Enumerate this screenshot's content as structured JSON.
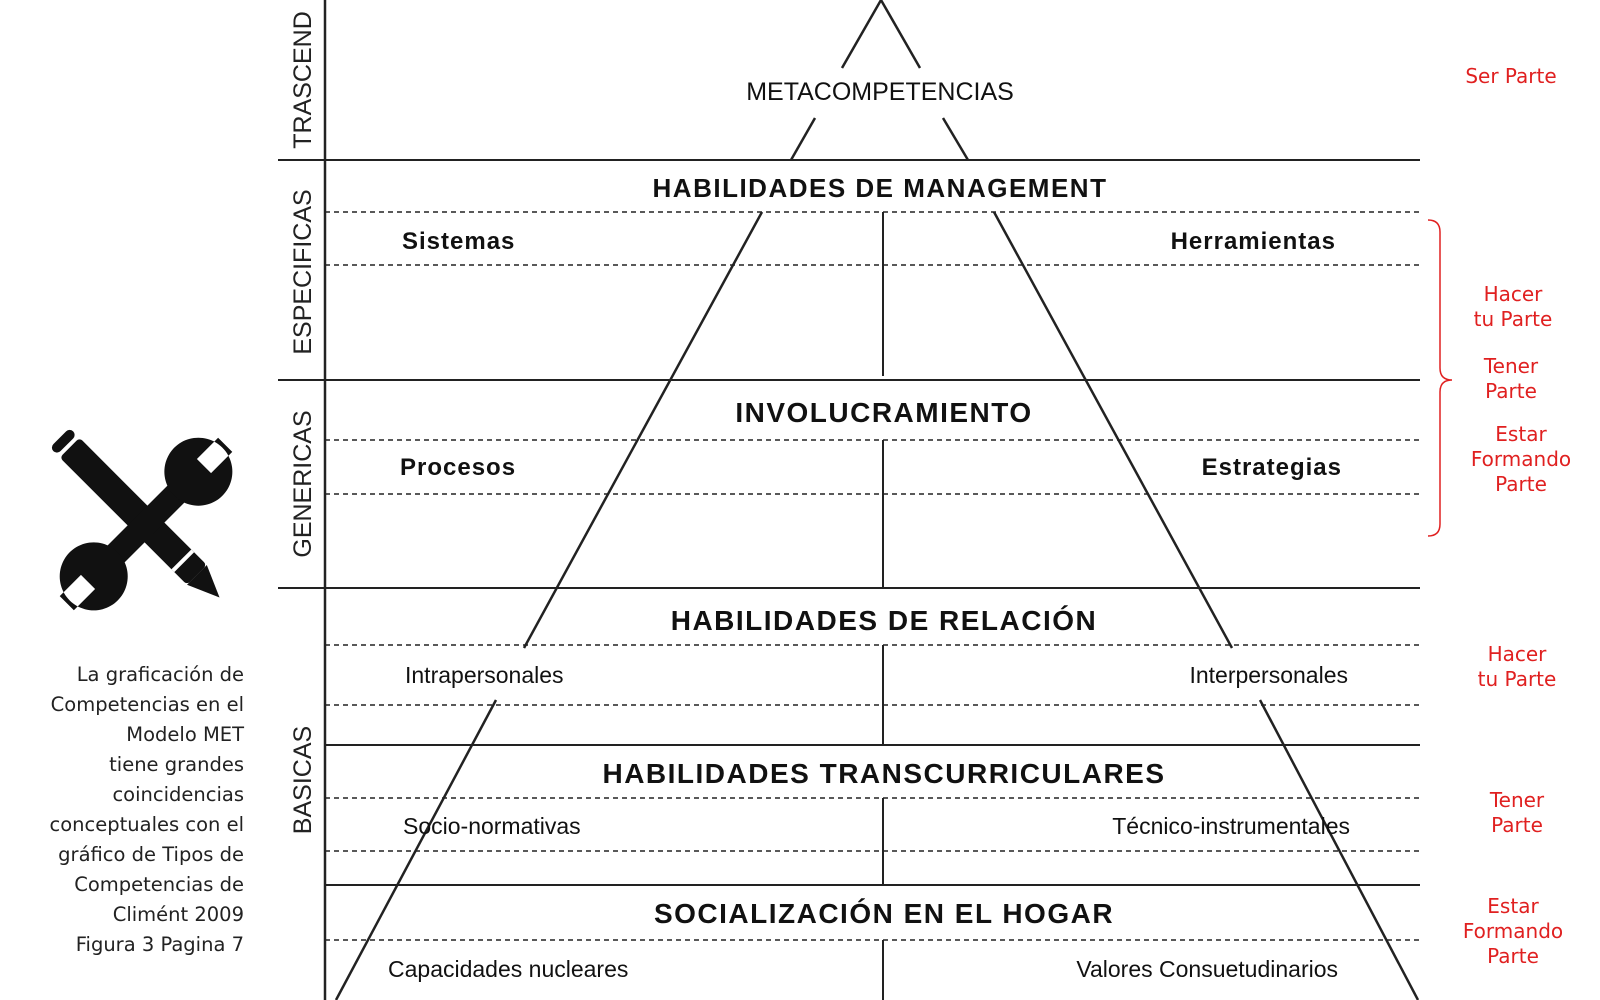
{
  "sections": {
    "trascend": "TRASCEND",
    "especificas": "ESPECIFICAS",
    "genericas": "GENERICAS",
    "basicas": "BASICAS"
  },
  "levels": {
    "metacompetencias": "METACOMPETENCIAS",
    "management": "HABILIDADES DE MANAGEMENT",
    "involucramiento": "INVOLUCRAMIENTO",
    "relacion": "HABILIDADES DE RELACIÓN",
    "transcurriculares": "HABILIDADES TRANSCURRICULARES",
    "hogar": "SOCIALIZACIÓN EN EL HOGAR"
  },
  "sublabels": {
    "sistemas": "Sistemas",
    "herramientas": "Herramientas",
    "procesos": "Procesos",
    "estrategias": "Estrategias",
    "intrapersonales": "Intrapersonales",
    "interpersonales": "Interpersonales",
    "socio_normativas": "Socio-normativas",
    "tecnico_instrumentales": "Técnico-instrumentales",
    "capacidades_nucleares": "Capacidades nucleares",
    "valores_consuetudinarios": "Valores Consuetudinarios"
  },
  "caption_lines": [
    "La graficación de",
    "Competencias en el",
    "Modelo MET",
    "tiene grandes",
    "coincidencias",
    "conceptuales  con el",
    "gráfico de Tipos de",
    "Competencias de",
    "Climént 2009",
    "Figura 3 Pagina  7"
  ],
  "annotations": {
    "ser_parte": "Ser Parte",
    "hacer_1": [
      "Hacer",
      "tu Parte"
    ],
    "tener_1": [
      "Tener",
      "Parte"
    ],
    "estar_1": [
      "Estar",
      "Formando",
      "Parte"
    ],
    "hacer_2": [
      "Hacer",
      "tu Parte"
    ],
    "tener_2": [
      "Tener",
      "Parte"
    ],
    "estar_2": [
      "Estar",
      "Formando",
      "Parte"
    ]
  },
  "colors": {
    "annotation": "#e02020",
    "lines": "#222222",
    "icon": "#111111"
  },
  "icon": "wrench-pencil-icon"
}
